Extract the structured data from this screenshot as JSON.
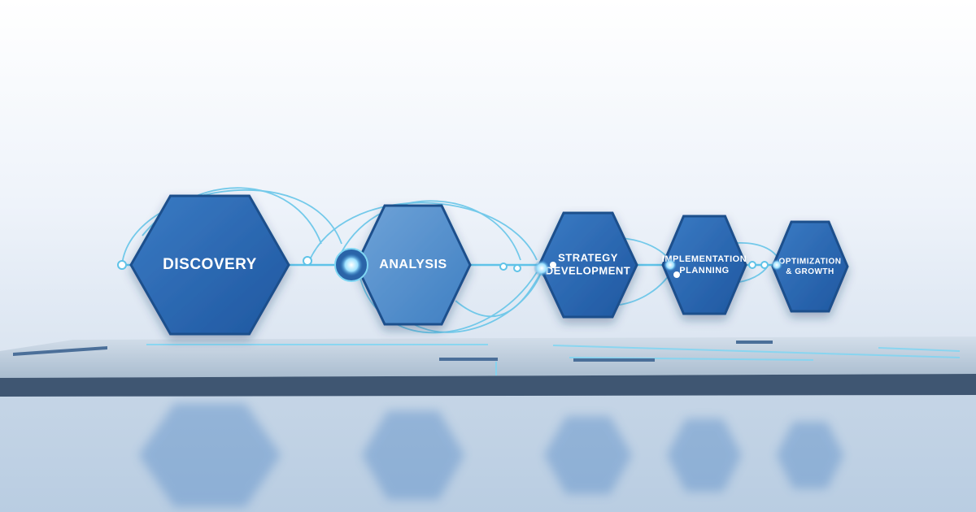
{
  "diagram": {
    "stages": [
      {
        "id": "discovery",
        "lines": [
          "DISCOVERY"
        ]
      },
      {
        "id": "analysis",
        "lines": [
          "ANALYSIS"
        ]
      },
      {
        "id": "strategy",
        "lines": [
          "STRATEGY",
          "DEVELOPMENT"
        ]
      },
      {
        "id": "implementation",
        "lines": [
          "IMPLEMENTATION",
          "PLANNING"
        ]
      },
      {
        "id": "optimization",
        "lines": [
          "OPTIMIZATION",
          "& GROWTH"
        ]
      }
    ]
  },
  "colors": {
    "hex_fill_dark": "#2a64a8",
    "hex_fill_light": "#5b91cc",
    "hex_edge": "#1f4f8c",
    "connector": "#5fc3e8",
    "node_glow": "#d9f4ff",
    "platform_top": "#9fb4c9",
    "platform_edge": "#3f5672"
  }
}
